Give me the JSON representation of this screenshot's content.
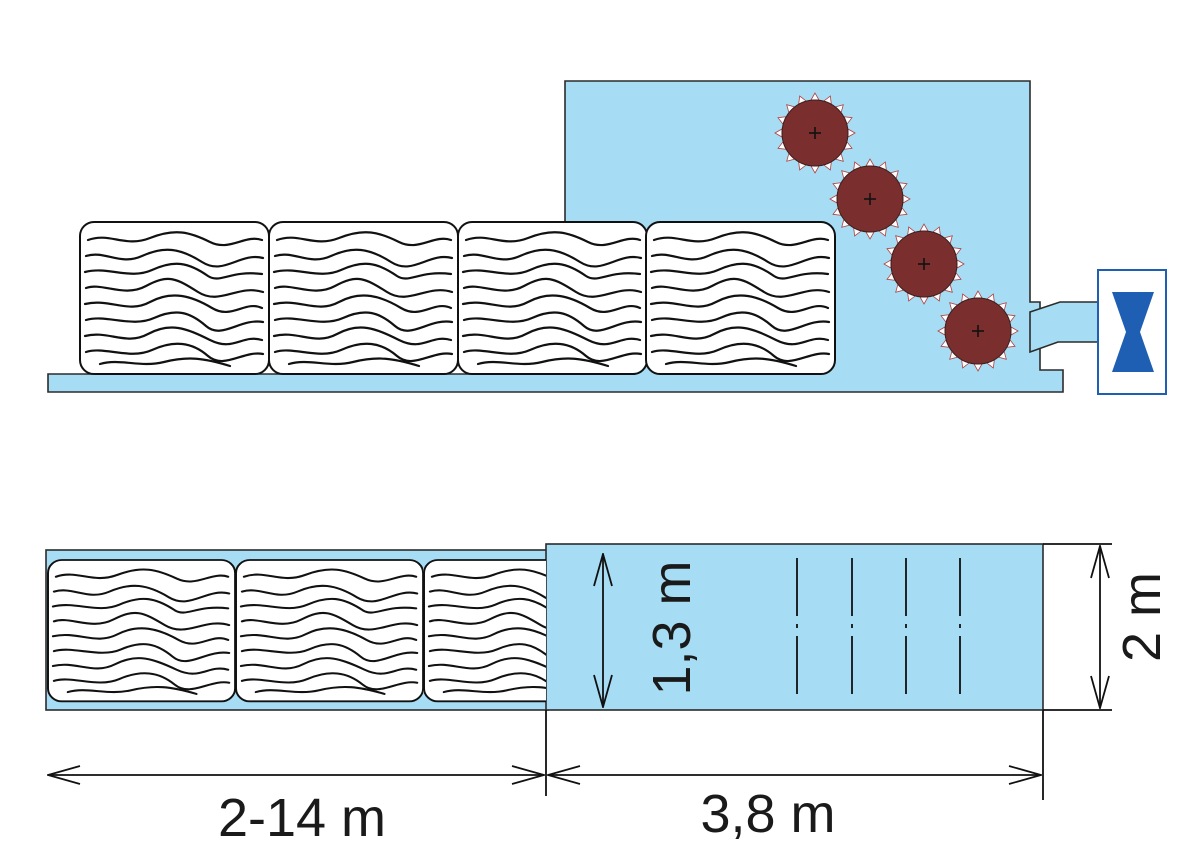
{
  "colors": {
    "machine_fill": "#a6dcf4",
    "roller_fill": "#7b2e2e",
    "valve_fill": "#1e5fb4",
    "outline": "#111111"
  },
  "icons": {
    "valve": "bowtie-valve-icon",
    "roller": "spiked-roller-icon"
  },
  "side_view": {
    "bale_count": 4,
    "roller_count": 4
  },
  "top_view": {
    "bale_count": 3,
    "cut_lines": 4
  },
  "dimensions": {
    "inner_width": "1,3 m",
    "outer_width": "2 m",
    "conveyor_length": "2-14 m",
    "machine_length": "3,8 m"
  }
}
